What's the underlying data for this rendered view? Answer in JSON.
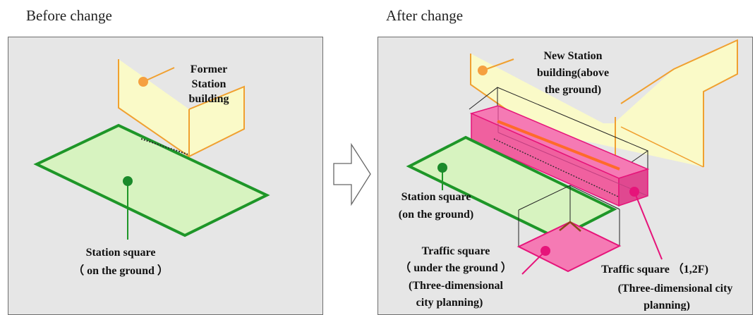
{
  "before": {
    "heading": "Before change",
    "former_station_building": [
      "Former",
      "Station",
      "building"
    ],
    "station_square": [
      "Station square",
      "（ on the ground ）"
    ]
  },
  "after": {
    "heading": "After change",
    "new_station_building": [
      "New Station",
      "building(above",
      "the ground)"
    ],
    "station_square": [
      "Station square",
      "(on the ground)"
    ],
    "traffic_square_underground": [
      "Traffic square",
      "（ under the ground ）",
      "(Three-dimensional",
      "city planning)"
    ],
    "traffic_square_12f": [
      "Traffic square （1,2F)",
      "(Three-dimensional city",
      "planning)"
    ]
  },
  "colors": {
    "panel_bg": "#e6e6e6",
    "building_fill": "#fafac8",
    "building_stroke": "#f0a030",
    "square_fill": "#d7f3c0",
    "square_stroke": "#1e9628",
    "traffic_fill": "#f57ab4",
    "traffic_stroke": "#e6147a",
    "green_dot": "#1a8a2a",
    "orange_dot": "#f5a040"
  }
}
